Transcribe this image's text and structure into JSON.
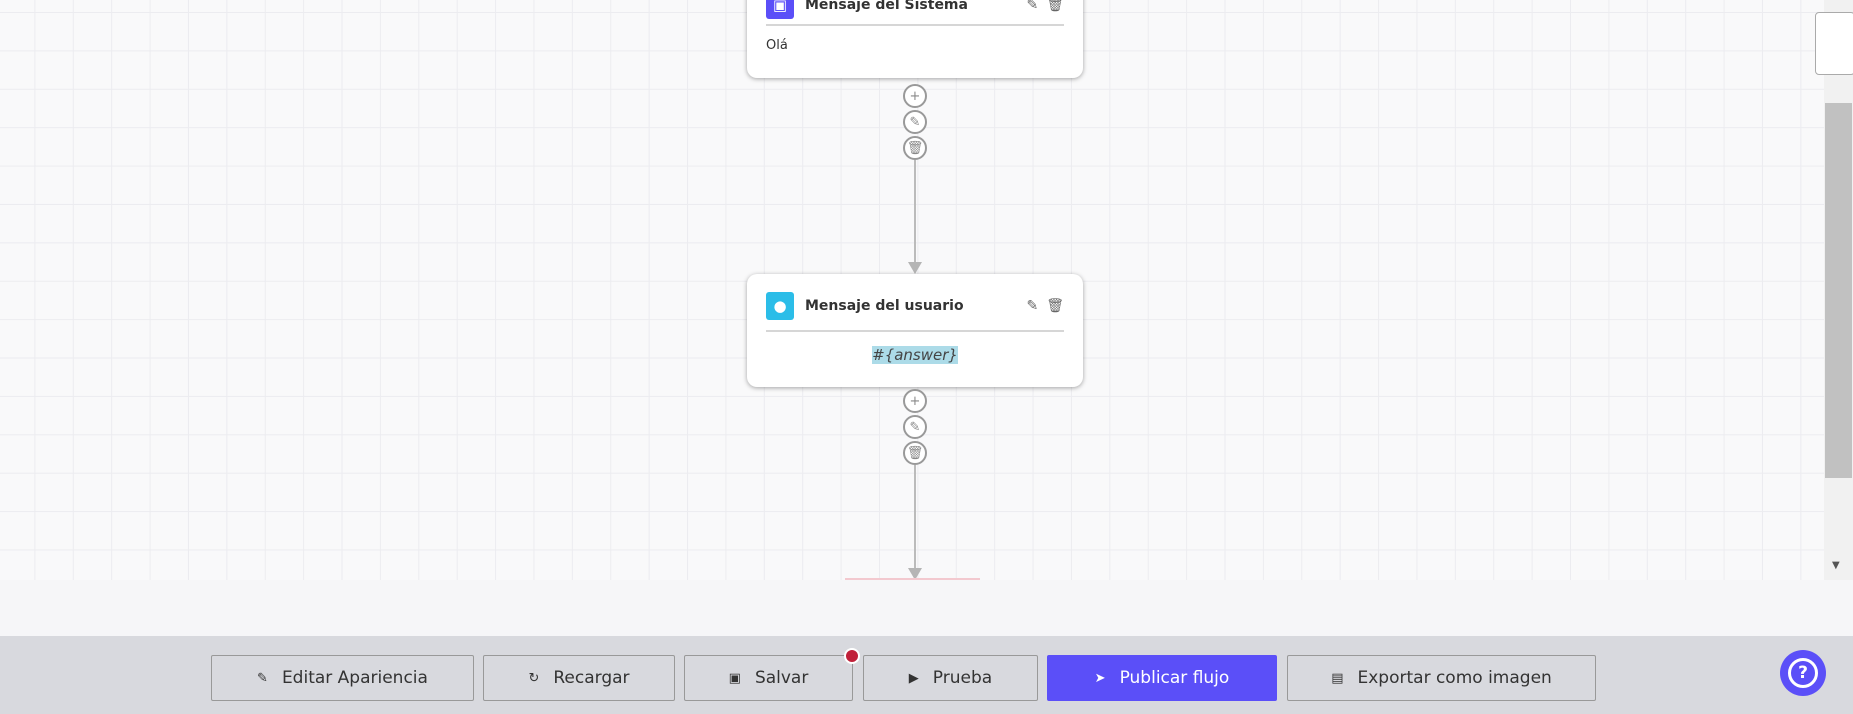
{
  "nodes": [
    {
      "title": "Mensaje del Sistema",
      "body": "Olá",
      "icon": "robot-icon",
      "color": "#5b4ff8"
    },
    {
      "title": "Mensaje del usuario",
      "body": "#{answer}",
      "icon": "user-icon",
      "color": "#2bbde8"
    }
  ],
  "toolbar": {
    "edit": "Editar Apariencia",
    "reload": "Recargar",
    "save": "Salvar",
    "test": "Prueba",
    "publish": "Publicar flujo",
    "export": "Exportar como imagen"
  },
  "colors": {
    "accent": "#5b4ff8",
    "unsaved_dot": "#c0213a"
  }
}
